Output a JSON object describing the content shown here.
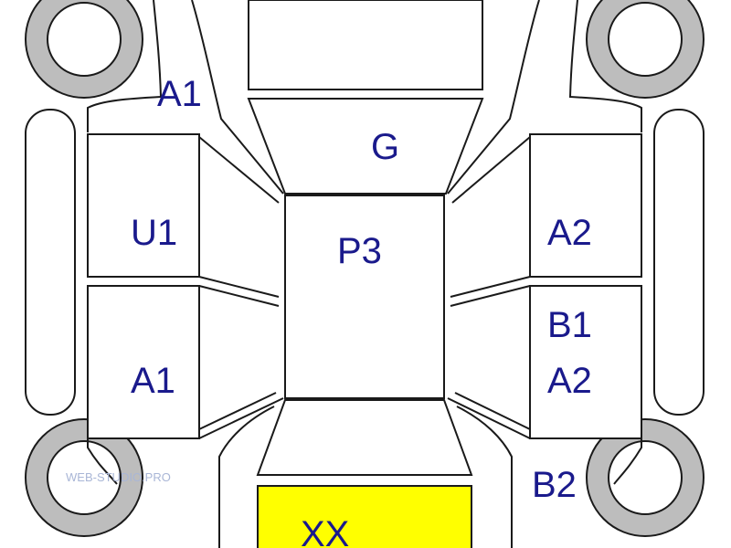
{
  "colors": {
    "label": "#1a1a8c",
    "tyre": "#bdbdbd",
    "highlight": "#ffff00",
    "line": "#1a1a1a",
    "watermark": "#a9b6d6"
  },
  "labels": {
    "front_left_fender": "A1",
    "hood": "G",
    "front_left_door": "U1",
    "roof": "P3",
    "front_right_door": "A2",
    "rear_right_door_top": "B1",
    "rear_left_door": "A1",
    "rear_right_door_bottom": "A2",
    "rear_right_fender": "B2",
    "trunk": "XX"
  },
  "watermark": "WEB-STUDIO.PRO",
  "icons": {
    "wheel": "wheel-icon"
  }
}
